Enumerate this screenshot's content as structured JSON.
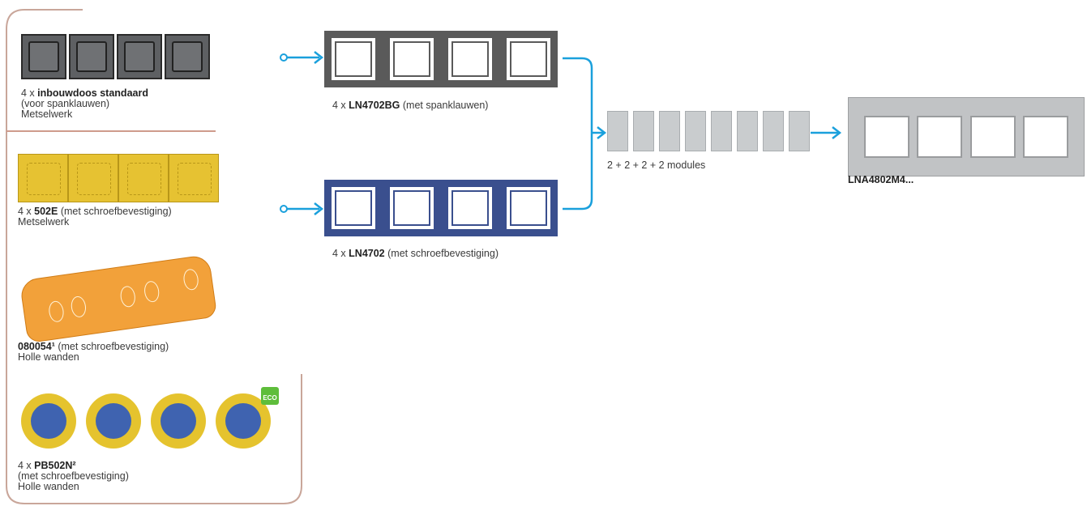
{
  "items": {
    "standard_box": {
      "qty": "4 x ",
      "code": "inbouwdoos standaard",
      "line2": "(voor spanklauwen)",
      "line3": "Metselwerk"
    },
    "yellow_box": {
      "qty": "4 x ",
      "code": "502E",
      "rest": " (met schroefbevestiging)",
      "line2": "Metselwerk"
    },
    "orange_box": {
      "code": "080054¹",
      "rest": " (met schroefbevestiging)",
      "line2": "Holle wanden"
    },
    "round_box": {
      "qty": "4 x ",
      "code": "PB502N²",
      "line2": "(met schroefbevestiging)",
      "line3": "Holle wanden",
      "eco_label": "ECO"
    },
    "support_gray": {
      "qty": "4 x ",
      "code": "LN4702BG",
      "rest": " (met spanklauwen)"
    },
    "support_blue": {
      "qty": "4 x ",
      "code": "LN4702",
      "rest": " (met schroefbevestiging)"
    },
    "modules": {
      "label": "2 + 2 + 2 + 2 modules"
    },
    "frame": {
      "code": "LNA4802M4..."
    }
  },
  "colors": {
    "arrow": "#1aa0dc",
    "bracket": "#c9a69a",
    "divider": "#cf9b8c"
  }
}
